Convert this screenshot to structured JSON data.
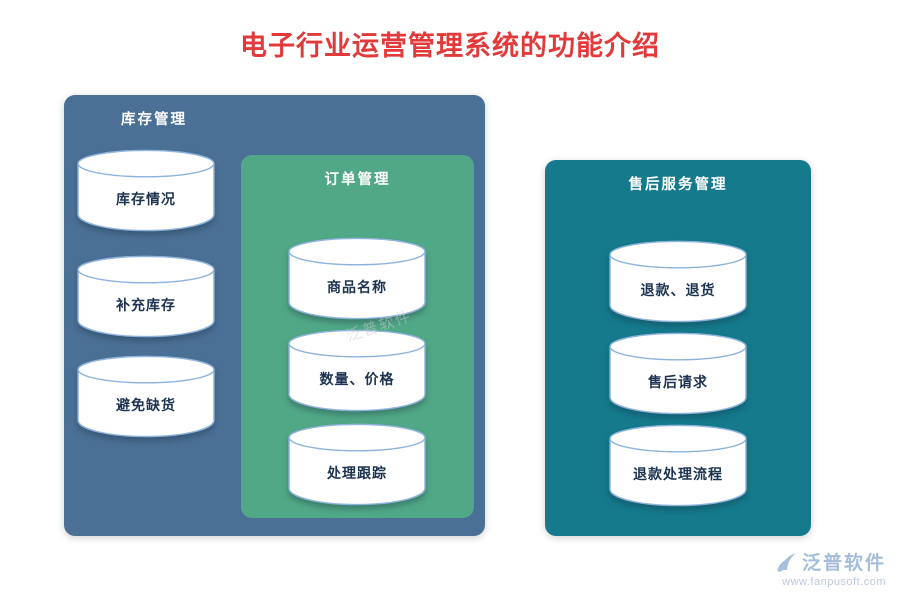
{
  "title": "电子行业运营管理系统的功能介绍",
  "panels": {
    "inventory": {
      "label": "库存管理",
      "items": [
        "库存情况",
        "补充库存",
        "避免缺货"
      ]
    },
    "orders": {
      "label": "订单管理",
      "items": [
        "商品名称",
        "数量、价格",
        "处理跟踪"
      ]
    },
    "after_sales": {
      "label": "售后服务管理",
      "items": [
        "退款、退货",
        "售后请求",
        "退款处理流程"
      ]
    }
  },
  "watermark": "泛普软件",
  "footer": {
    "brand": "泛普软件",
    "url": "www.fanpusoft.com"
  },
  "colors": {
    "title": "#e23a3a",
    "inventory_panel": "#4b7095",
    "orders_panel": "#51a886",
    "after_sales_panel": "#147a8c",
    "cylinder_stroke": "#8fb4dc",
    "cylinder_text": "#1d3350",
    "footer": "#a5bdd8"
  }
}
